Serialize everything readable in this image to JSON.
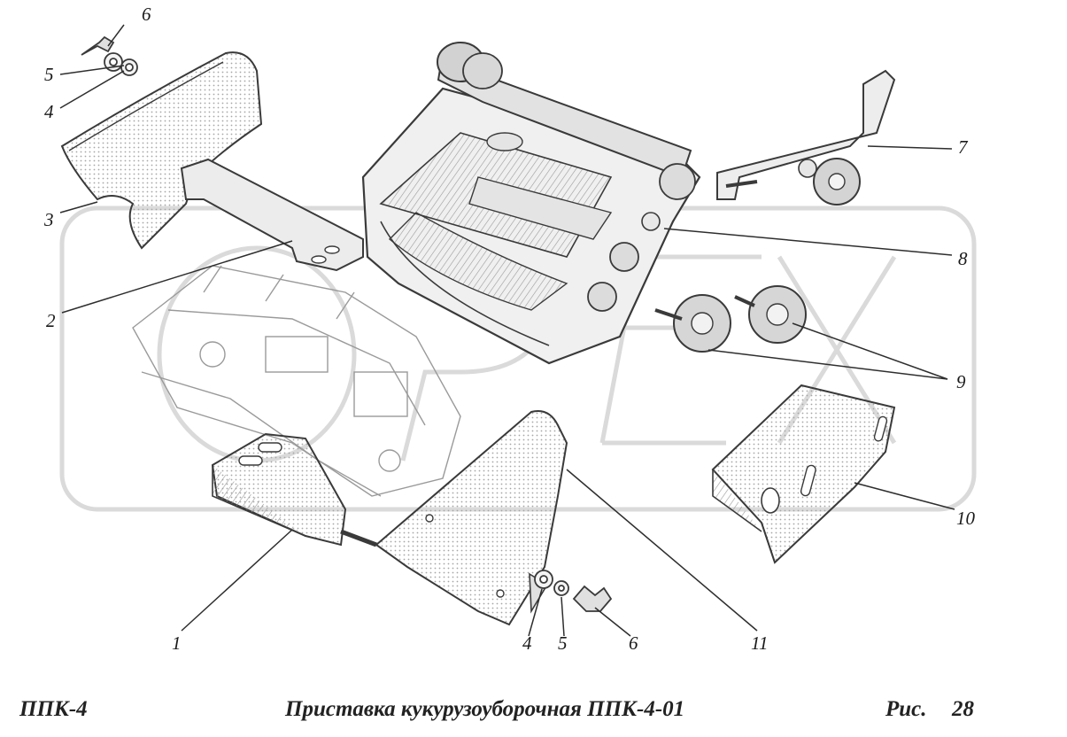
{
  "callouts": {
    "c1": "1",
    "c2": "2",
    "c3": "3",
    "c4_top": "4",
    "c5_top": "5",
    "c6_top": "6",
    "c7": "7",
    "c8": "8",
    "c9": "9",
    "c10": "10",
    "c11": "11",
    "c4_bottom": "4",
    "c5_bottom": "5",
    "c6_bottom": "6"
  },
  "footer": {
    "model": "ППК-4",
    "title": "Приставка кукурузоуборочная ППК-4-01",
    "fig_label": "Рис.",
    "fig_number": "28"
  },
  "watermark": {
    "text": "OPEX"
  },
  "colors": {
    "line": "#3a3a3a",
    "shade": "#b8b8b8",
    "watermark": "#d6d6d6",
    "text": "#1a1a1a"
  }
}
